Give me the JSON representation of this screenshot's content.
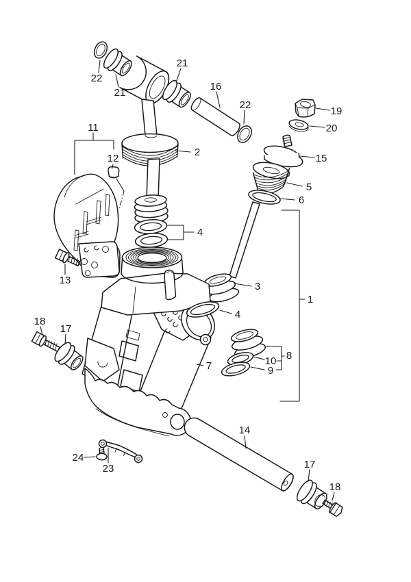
{
  "figure": {
    "background_color": "#ffffff",
    "line_color": "#1a1a1a"
  },
  "callouts": {
    "n1": "1",
    "n2": "2",
    "n3": "3",
    "n4": "4",
    "n5": "5",
    "n6": "6",
    "n7": "7",
    "n8": "8",
    "n9": "9",
    "n10": "10",
    "n11": "11",
    "n12": "12",
    "n13": "13",
    "n14": "14",
    "n15": "15",
    "n16": "16",
    "n17": "17",
    "n18": "18",
    "n19": "19",
    "n20": "20",
    "n21": "21",
    "n22": "22",
    "n23": "23",
    "n24": "24"
  }
}
